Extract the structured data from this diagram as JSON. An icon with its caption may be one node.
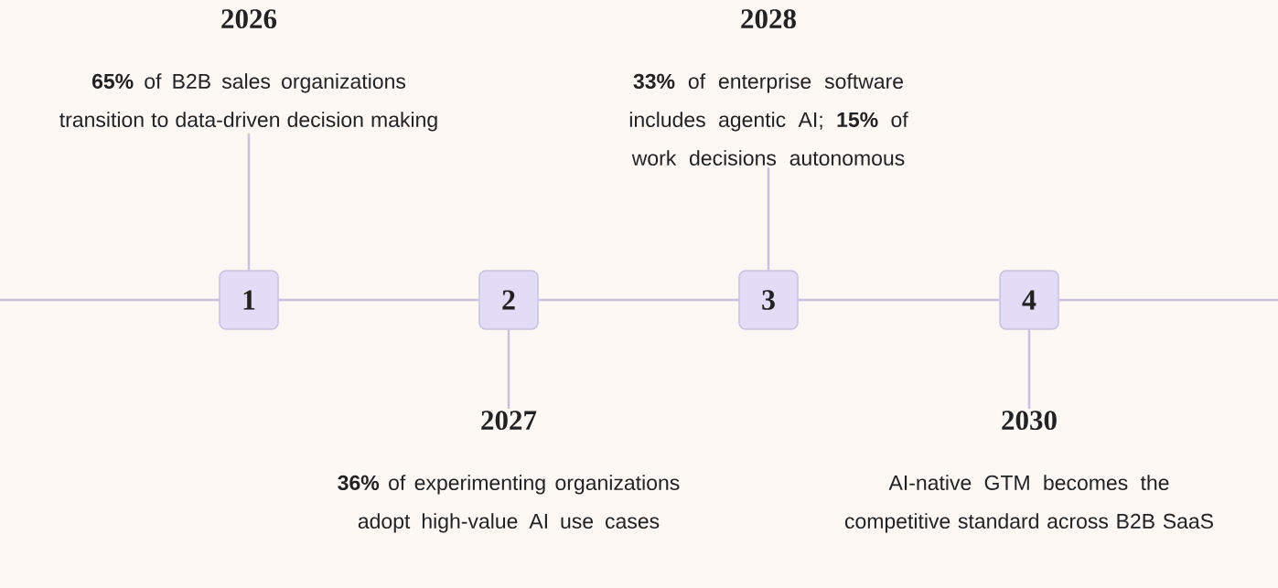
{
  "diagram": {
    "nodes": [
      {
        "text": [
          "2026",
          "**65%** of B2B sales organizations transition to data-driven decision making"
        ]
      },
      {
        "text": [
          "2028",
          "**33%** of enterprise software includes agentic AI; **15%** of work decisions autonomous"
        ]
      },
      {
        "text": [
          "1"
        ]
      },
      {
        "text": [
          "2"
        ]
      },
      {
        "text": [
          "3"
        ]
      },
      {
        "text": [
          "4"
        ]
      },
      {
        "text": [
          "2027",
          "**36%** of experimenting organizations adopt high-value AI use cases"
        ]
      },
      {
        "text": [
          "2030",
          "AI-native GTM becomes the competitive standard across B2B SaaS"
        ]
      }
    ],
    "edges": [
      {
        "from": null,
        "to": 2,
        "arrow": "none"
      },
      {
        "from": 2,
        "to": 3,
        "arrow": "none"
      },
      {
        "from": 3,
        "to": 4,
        "arrow": "none"
      },
      {
        "from": 4,
        "to": 5,
        "arrow": "none"
      },
      {
        "from": 5,
        "to": null,
        "arrow": "none"
      },
      {
        "from": 2,
        "to": 0,
        "arrow": "none"
      },
      {
        "from": 3,
        "to": 6,
        "arrow": "none"
      },
      {
        "from": 4,
        "to": 1,
        "arrow": "none"
      },
      {
        "from": 5,
        "to": 7,
        "arrow": "none"
      }
    ]
  }
}
